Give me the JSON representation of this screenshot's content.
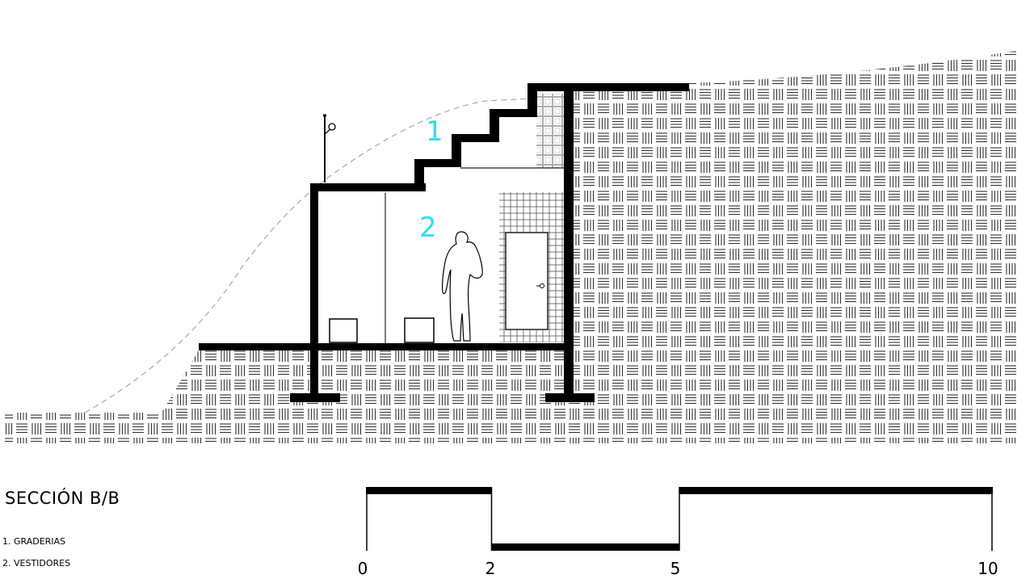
{
  "drawing": {
    "title": "SECCIÓN B/B",
    "zones": [
      {
        "number": "1",
        "name": "GRADERIAS"
      },
      {
        "number": "2",
        "name": "VESTIDORES"
      }
    ],
    "legend": [
      "1. GRADERIAS",
      "2. VESTIDORES"
    ],
    "scale_bar": {
      "ticks": [
        "0",
        "2",
        "5",
        "10"
      ]
    },
    "colors": {
      "walls": "#000000",
      "zone_labels": "#2ee0ee",
      "hatch": "#333333"
    }
  }
}
